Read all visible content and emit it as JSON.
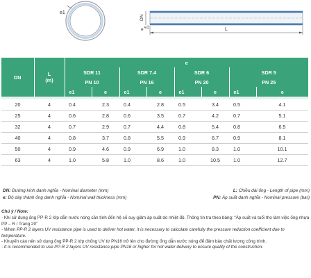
{
  "diagram": {
    "circle_label": "e1",
    "pipe_dn": "DN",
    "pipe_e": "e",
    "pipe_e1": "e1",
    "pipe_l": "L"
  },
  "table": {
    "dn_header": "DN",
    "l_header": "L",
    "l_unit": "(m)",
    "e_header": "e",
    "groups": [
      {
        "sdr": "SDR 11",
        "pn": "PN 10"
      },
      {
        "sdr": "SDR 7.4",
        "pn": "PN 16"
      },
      {
        "sdr": "SDR 6",
        "pn": "PN 20"
      },
      {
        "sdr": "SDR 5",
        "pn": "PN 25"
      }
    ],
    "sub_e1": "e1",
    "sub_e": "e",
    "rows": [
      [
        "20",
        "4",
        "0.4",
        "2.3",
        "0.4",
        "2.8",
        "0.5",
        "3.4",
        "0.5",
        "4.1"
      ],
      [
        "25",
        "4",
        "0.6",
        "2.8",
        "0.6",
        "3.5",
        "0.7",
        "4.2",
        "0.7",
        "5.1"
      ],
      [
        "32",
        "4",
        "0.7",
        "2.9",
        "0.7",
        "4.4",
        "0.8",
        "5.4",
        "0.8",
        "6.5"
      ],
      [
        "40",
        "4",
        "0.8",
        "3.7",
        "0.8",
        "5.5",
        "0.9",
        "6.7",
        "0.9",
        "8.1"
      ],
      [
        "50",
        "4",
        "0.9",
        "4.6",
        "0.9",
        "6.9",
        "1.0",
        "8.3",
        "1.0",
        "10.1"
      ],
      [
        "63",
        "4",
        "1.0",
        "5.8",
        "1.0",
        "8.6",
        "1.0",
        "10.5",
        "1.0",
        "12.7"
      ]
    ]
  },
  "legend": {
    "dn_key": "DN:",
    "dn_text": "Đường kính danh nghĩa - Nominal diameter (mm)",
    "l_key": "L:",
    "l_text": "Chiều dài ống - Length of pipe (mm)",
    "e_key": "e:",
    "e_text": "Độ dày thành ống danh nghĩa - Nominal wall thickness (mm)",
    "pn_key": "PN:",
    "pn_text": "Áp suất danh nghĩa - Nominal pressure (bar)"
  },
  "note": {
    "title": "Chú ý / Note:",
    "p1": "- Khi sử dụng ống PP-R 2 lớp dẫn nước nóng cần tính đến hệ số suy giảm áp suất do nhiệt độ. Thông tin tra theo bảng: “Áp suất và tuổi thọ làm việc ống nhựa PP – R / Trang 29”",
    "p2": "- When PP-R 2 layers UV resistance pipe is used to deliver hot water, it is necessary to calculate carefully the pressure reduction coefficient due to temperature.",
    "p3": "- Khuyến cáo nên sử dụng ống PP-R 2 lớp chống UV từ PN16 trở lên cho đường ống dẫn nước nóng để đảm bảo chất lượng công trình.",
    "p4": "- It is recommended to use PP-R 2 layers UV resistance pipe PN16 or higher for hot water delivery to ensure quality of the construction."
  }
}
